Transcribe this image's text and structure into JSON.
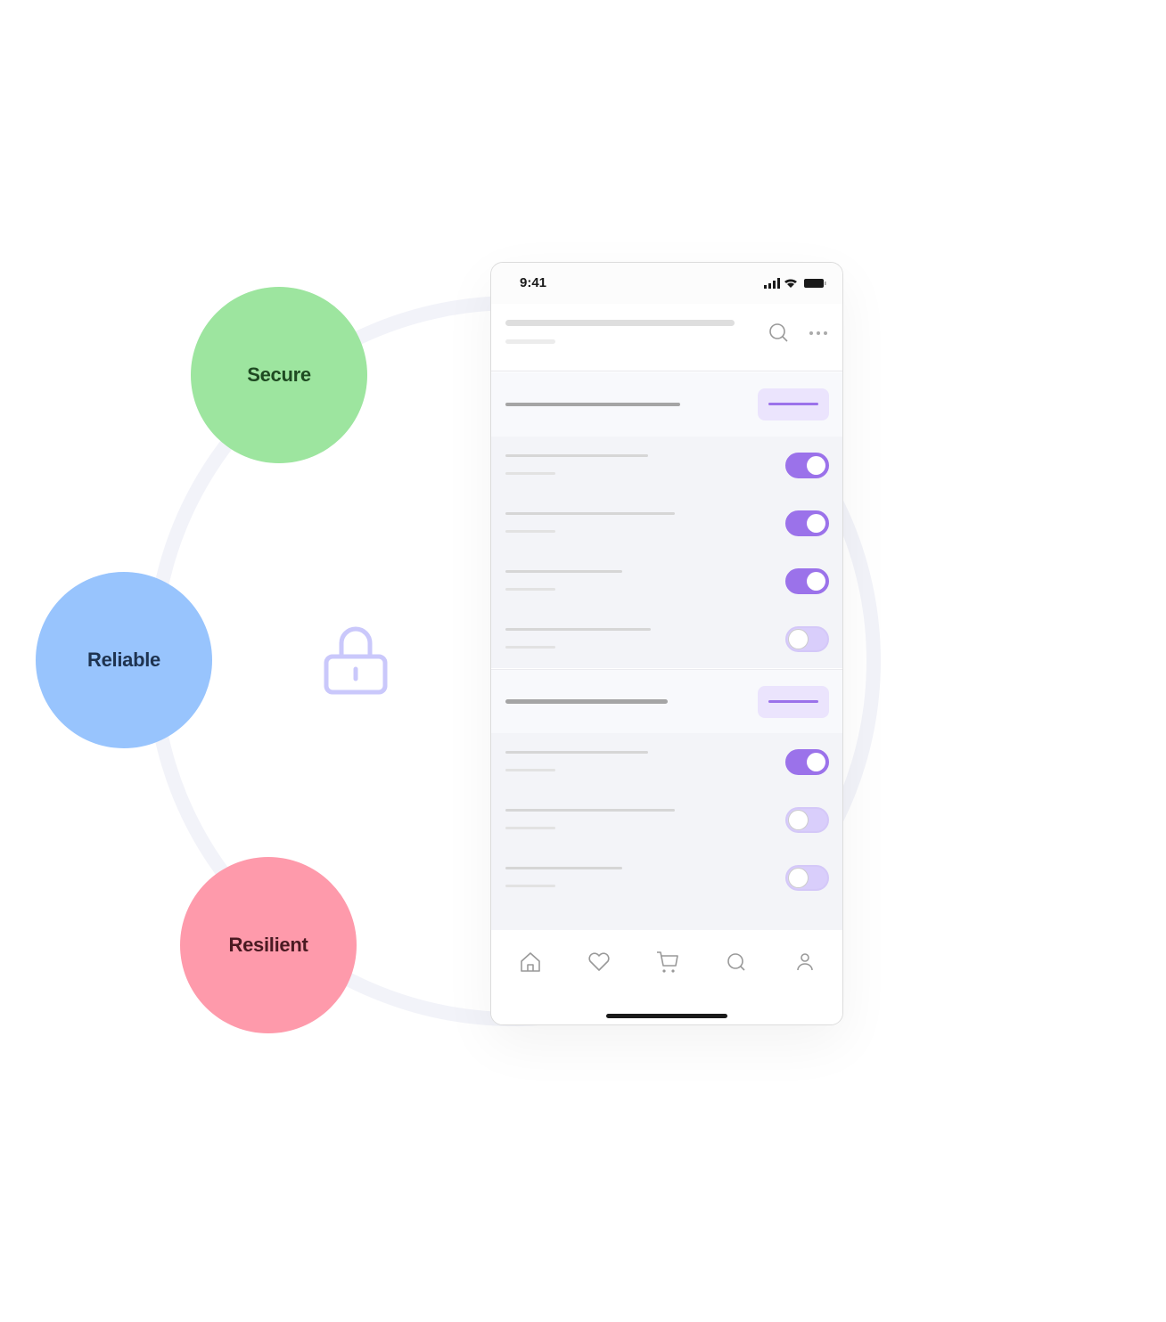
{
  "bubbles": {
    "secure": "Secure",
    "reliable": "Reliable",
    "resilient": "Resilient"
  },
  "colors": {
    "secure": "#9de59f",
    "reliable": "#98c4fd",
    "resilient": "#fe9aab",
    "accent": "#9b72ea"
  },
  "phone": {
    "status": {
      "time": "9:41"
    },
    "sections": [
      {
        "toggles": [
          true,
          true,
          true,
          false
        ]
      },
      {
        "toggles": [
          true,
          false,
          false
        ]
      }
    ],
    "tabs": [
      "home",
      "favorites",
      "cart",
      "search",
      "profile"
    ]
  }
}
